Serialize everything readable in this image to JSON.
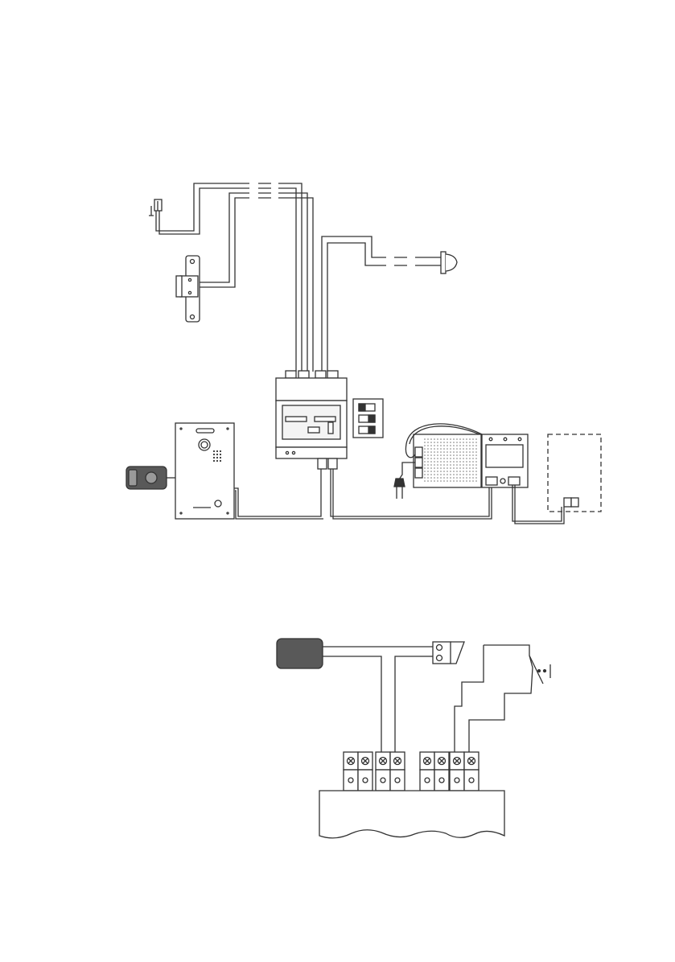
{
  "page": {
    "background": "#ffffff",
    "line_color": "#333333",
    "wire_fill": "#ffffff",
    "dark_fill": "#595959",
    "panel_fill": "#f4f4f4"
  },
  "diagram_top": {
    "components": [
      "electric-strike",
      "door-lock",
      "exit-button",
      "control-module",
      "dip-switch",
      "outdoor-panel",
      "electric-lock",
      "power-supply",
      "mains-plug",
      "indoor-monitor"
    ]
  },
  "diagram_bottom": {
    "components": [
      "external-device",
      "relay-terminal",
      "push-switch",
      "terminal-strip"
    ]
  }
}
